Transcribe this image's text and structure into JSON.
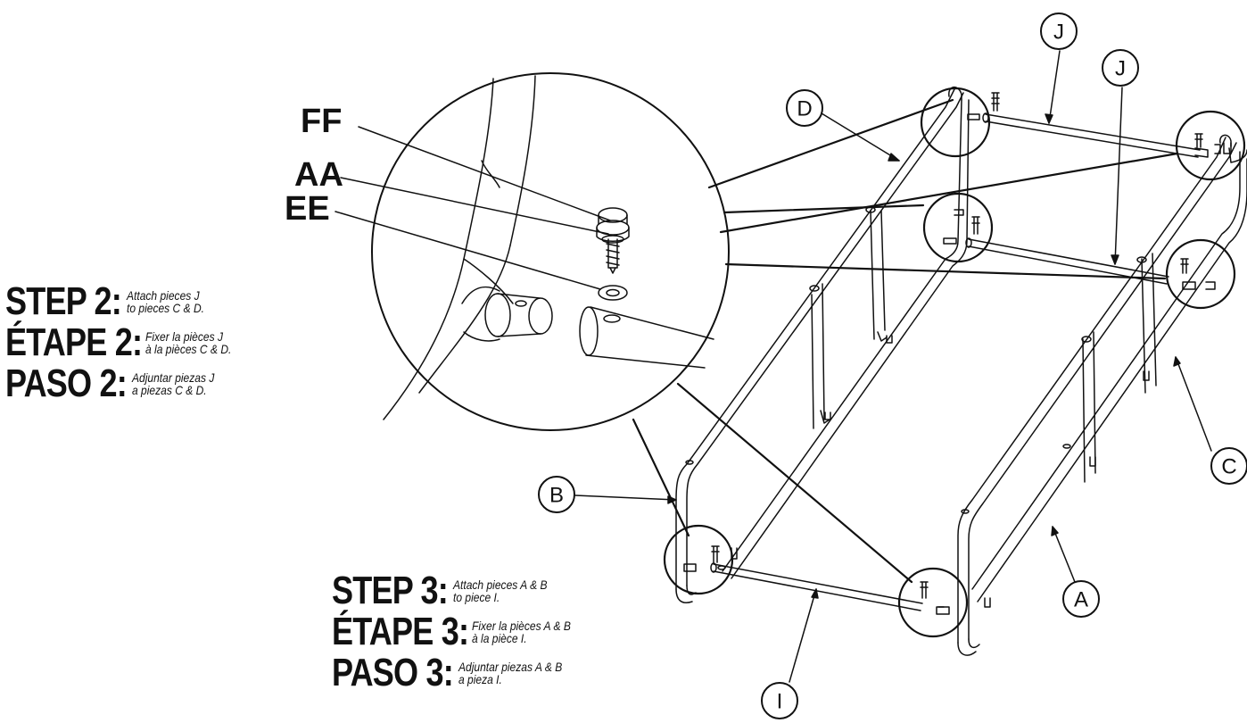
{
  "callouts": {
    "ff": "FF",
    "aa": "AA",
    "ee": "EE"
  },
  "part_labels": {
    "a": "A",
    "b": "B",
    "c": "C",
    "d": "D",
    "i": "I",
    "j1": "J",
    "j2": "J"
  },
  "step2": {
    "en": {
      "head": "STEP 2:",
      "line1": "Attach pieces J",
      "line2": "to pieces C & D."
    },
    "fr": {
      "head": "ÉTAPE 2:",
      "line1": "Fixer la pièces J",
      "line2": "à la pièces C & D."
    },
    "es": {
      "head": "PASO 2:",
      "line1": "Adjuntar piezas J",
      "line2": "a piezas C & D."
    }
  },
  "step3": {
    "en": {
      "head": "STEP 3:",
      "line1": "Attach pieces A & B",
      "line2": "to piece I."
    },
    "fr": {
      "head": "ÉTAPE 3:",
      "line1": "Fixer la pièces A & B",
      "line2": "à la pièce I."
    },
    "es": {
      "head": "PASO 3:",
      "line1": "Adjuntar piezas A & B",
      "line2": "a pieza I."
    }
  }
}
